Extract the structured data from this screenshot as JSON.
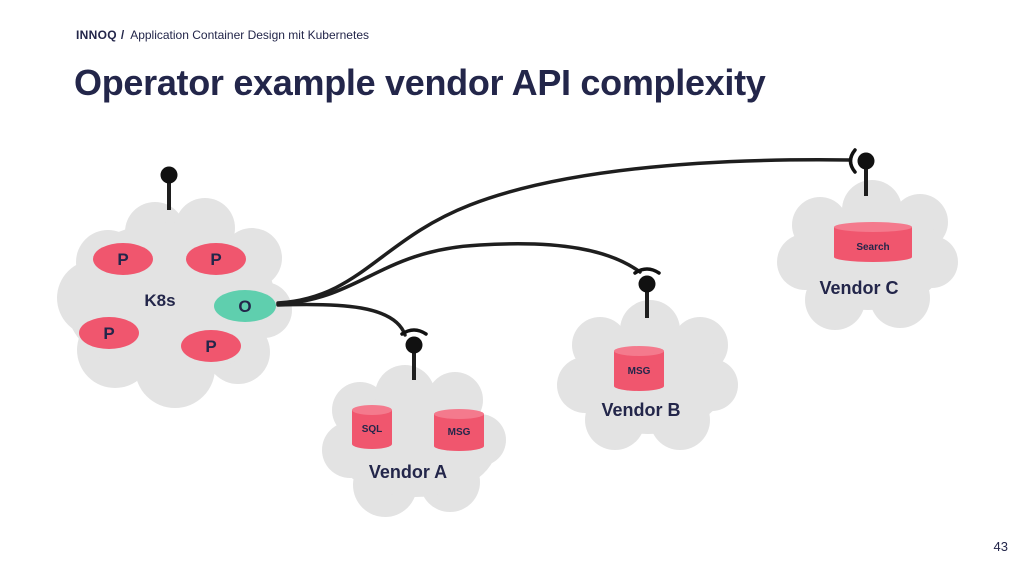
{
  "header": {
    "brand": "INNOQ",
    "separator": "/",
    "subtitle": "Application Container Design mit Kubernetes"
  },
  "title": "Operator example vendor API complexity",
  "page_number": "43",
  "colors": {
    "text": "#23264a",
    "cloud": "#e3e3e3",
    "pod": "#f0566e",
    "operator": "#5fcfae",
    "line": "#1e1e1e"
  },
  "k8s": {
    "label": "K8s",
    "pods": [
      "P",
      "P",
      "P",
      "P"
    ],
    "operator": "O"
  },
  "vendors": [
    {
      "name": "Vendor A",
      "services": [
        "SQL",
        "MSG"
      ]
    },
    {
      "name": "Vendor B",
      "services": [
        "MSG"
      ]
    },
    {
      "name": "Vendor C",
      "services": [
        "Search"
      ]
    }
  ]
}
